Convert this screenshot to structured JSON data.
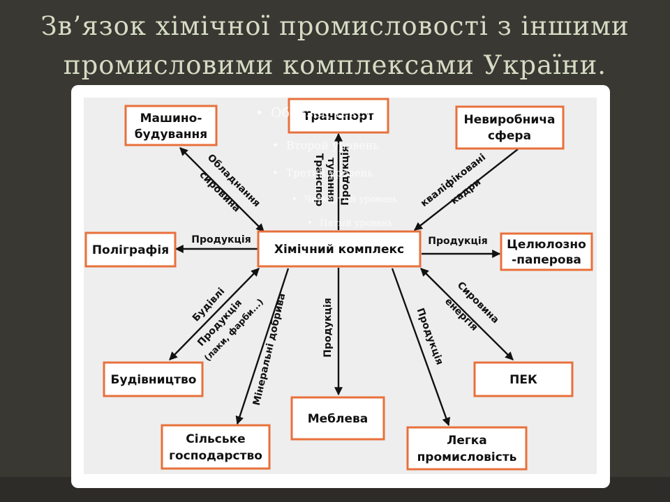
{
  "title_line1": "Зв’язок хімічної промисловості з іншими",
  "title_line2": "промисловими комплексами України.",
  "placeholder": {
    "l1": "Образец текста",
    "l2": "Второй уровень",
    "l3": "Третий уровень",
    "l4": "Четвертый уровень",
    "l5": "Пятый уровень"
  },
  "nodes": {
    "center": "Хімічний комплекс",
    "mashyno_1": "Машино-",
    "mashyno_2": "будування",
    "transport": "Транспорт",
    "nevyrobnycha_1": "Невиробнича",
    "nevyrobnycha_2": "сфера",
    "poligrafia": "Поліграфія",
    "tseliulozno_1": "Целюлозно",
    "tseliulozno_2": "-паперова",
    "budivnytstvo": "Будівництво",
    "pek": "ПЕК",
    "mebleva": "Меблева",
    "silske_1": "Сільське",
    "silske_2": "господарство",
    "lehka_1": "Легка",
    "lehka_2": "промисловість"
  },
  "edges": {
    "obladnannia": "Обладнання",
    "syrovyna": "сировина",
    "transport_v1": "Транспор",
    "transport_v2": "тування",
    "produktsia_transport": "Продукція",
    "kvalifikovani": "кваліфіковані",
    "kadry": "кадри",
    "produktsia_left": "Продукція",
    "produktsia_right": "Продукція",
    "syrovyna_pek": "Сировина",
    "enerhia": "енергія",
    "budivli": "Будівлі",
    "produktsia_bud": "Продукція",
    "laky": "(лаки, фарби...)",
    "mineralni": "Мінеральні добрива",
    "produktsia_mebleva": "Продукція",
    "produktsia_lehka": "Продукція"
  }
}
